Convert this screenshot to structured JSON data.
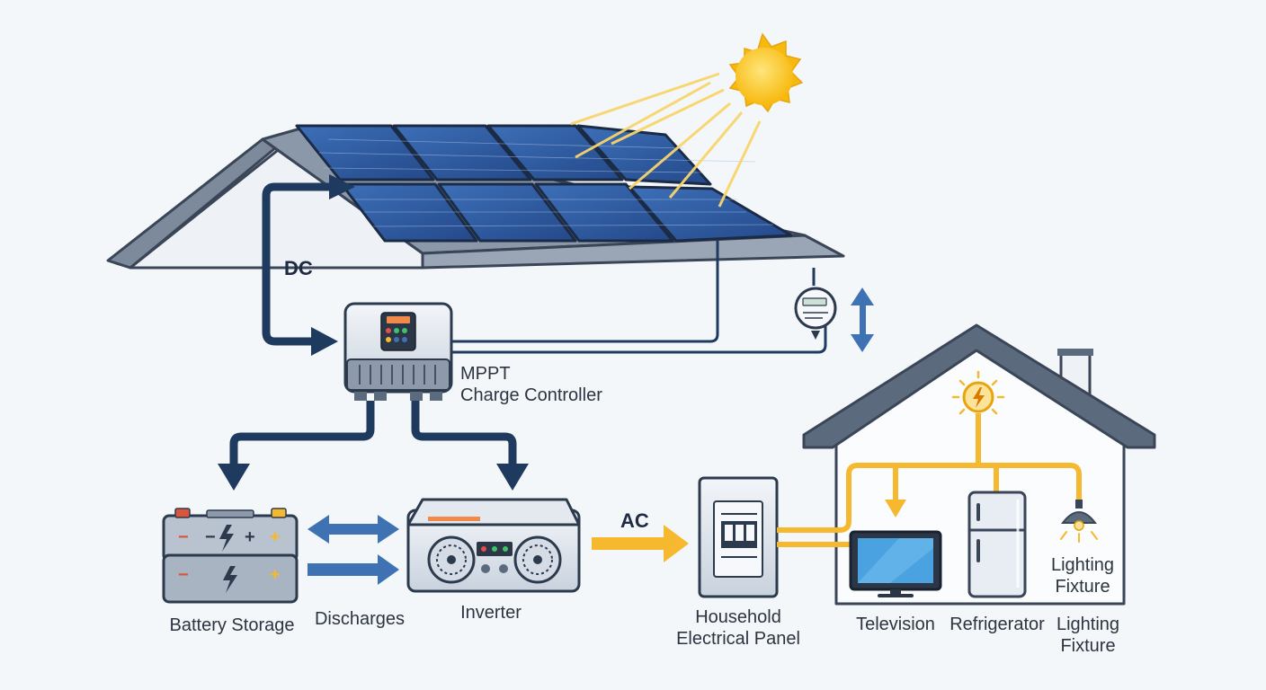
{
  "labels": {
    "dc": "DC",
    "ac": "AC",
    "controller_line1": "MPPT",
    "controller_line2": "Charge Controller",
    "battery": "Battery Storage",
    "discharges": "Discharges",
    "inverter": "Inverter",
    "panel_line1": "Household",
    "panel_line2": "Electrical Panel",
    "television": "Television",
    "refrigerator": "Refrigerator",
    "lighting_inside_line1": "Lighting",
    "lighting_inside_line2": "Fixture",
    "lighting_line1": "Lighting",
    "lighting_line2": "Fixture"
  },
  "icons": [
    "sun-icon",
    "solar-panel-array",
    "charge-controller-icon",
    "meter-icon",
    "battery-icon",
    "inverter-icon",
    "electrical-panel-icon",
    "house-icon",
    "bulb-icon",
    "television-icon",
    "refrigerator-icon",
    "lamp-icon"
  ],
  "colors": {
    "dc_wire": "#1f3a5f",
    "ac_wire": "#f5b82e",
    "flow_arrow": "#3f72b3",
    "panel_cell": "#2f5fa7",
    "sun": "#f9c21b"
  }
}
